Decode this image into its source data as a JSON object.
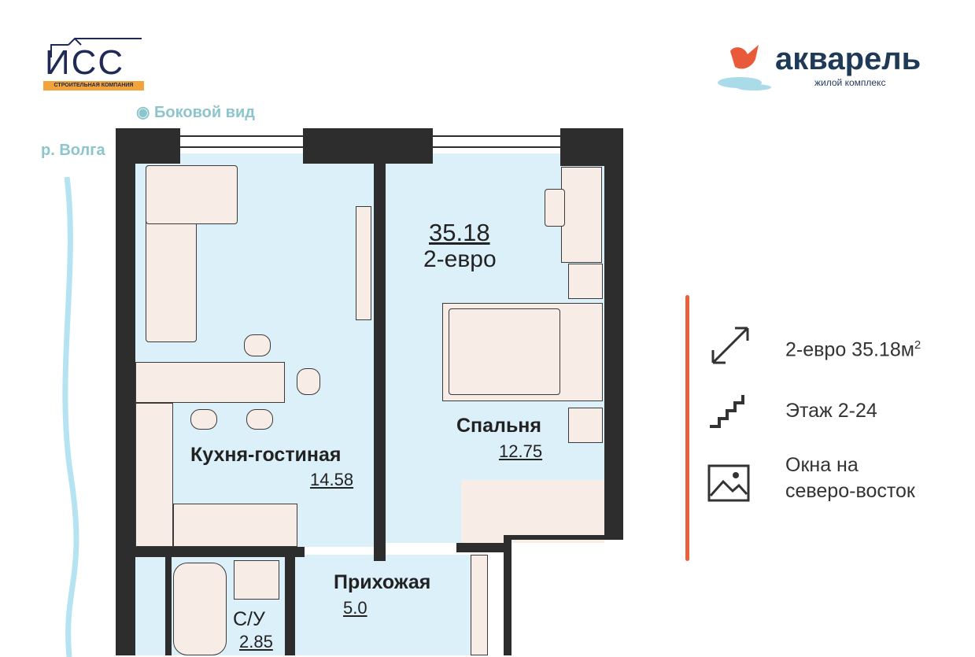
{
  "logos": {
    "iss_text": "ИСС",
    "iss_sub": "СТРОИТЕЛЬНАЯ КОМПАНИЯ",
    "akvarel_text": "акварель",
    "akvarel_sub": "жилой комплекс"
  },
  "side_view": "Боковой вид",
  "river": "р. Волга",
  "plan": {
    "total_area": "35.18",
    "type": "2-евро",
    "rooms": [
      {
        "name": "Кухня-гостиная",
        "area": "14.58"
      },
      {
        "name": "Спальня",
        "area": "12.75"
      },
      {
        "name": "Прихожая",
        "area": "5.0"
      },
      {
        "name": "С/У",
        "area": "2.85"
      }
    ]
  },
  "info": {
    "size": "2-евро 35.18м",
    "size_sup": "2",
    "floor": "Этаж 2-24",
    "windows_line1": "Окна на",
    "windows_line2": "северо-восток"
  },
  "colors": {
    "accent": "#e8603c",
    "wall": "#2d2d2d",
    "room": "#dcf0fa",
    "river": "#a9def0",
    "brand_dark": "#1f3a57"
  }
}
